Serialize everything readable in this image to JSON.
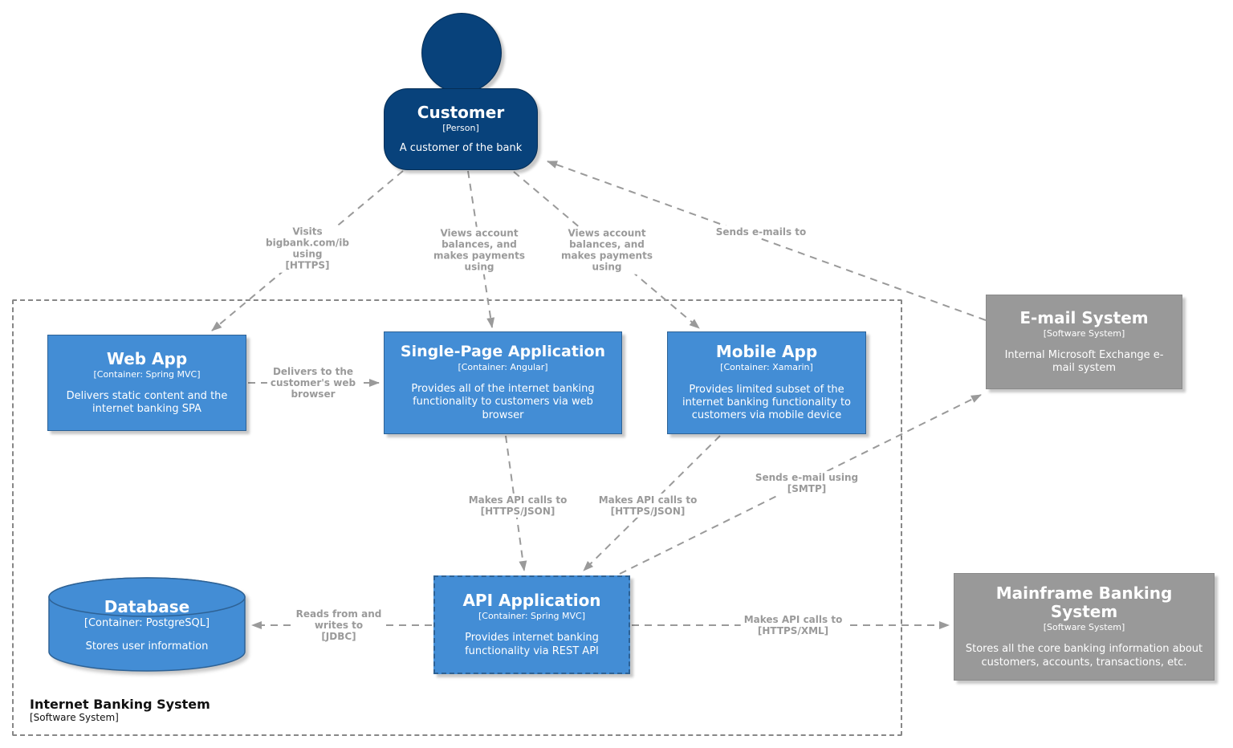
{
  "boundary": {
    "label": "Internet Banking System",
    "sublabel": "[Software System]"
  },
  "nodes": {
    "customer": {
      "title": "Customer",
      "type": "[Person]",
      "description": "A customer of the bank"
    },
    "web_app": {
      "title": "Web App",
      "type": "[Container: Spring MVC]",
      "description": "Delivers static content and the internet banking SPA"
    },
    "spa": {
      "title": "Single-Page Application",
      "type": "[Container: Angular]",
      "description": "Provides all of the internet banking functionality to customers via web browser"
    },
    "mobile_app": {
      "title": "Mobile App",
      "type": "[Container: Xamarin]",
      "description": "Provides limited subset of the internet banking functionality to customers via mobile device"
    },
    "email": {
      "title": "E-mail System",
      "type": "[Software System]",
      "description": "Internal Microsoft Exchange e-mail system"
    },
    "api_app": {
      "title": "API Application",
      "type": "[Container: Spring MVC]",
      "description": "Provides internet banking functionality via REST API"
    },
    "database": {
      "title": "Database",
      "type": "[Container: PostgreSQL]",
      "description": "Stores user information"
    },
    "mainframe": {
      "title": "Mainframe Banking System",
      "type": "[Software System]",
      "description": "Stores all the core banking information about customers, accounts, transactions, etc."
    }
  },
  "edges": {
    "customer_to_web_app": {
      "label": "Visits\nbigbank.com/ib\nusing\n[HTTPS]"
    },
    "customer_to_spa": {
      "label": "Views account\nbalances, and\nmakes payments\nusing"
    },
    "customer_to_mobile_app": {
      "label": "Views account\nbalances, and\nmakes payments\nusing"
    },
    "email_to_customer": {
      "label": "Sends e-mails to"
    },
    "web_app_to_spa": {
      "label": "Delivers to the\ncustomer's web\nbrowser"
    },
    "spa_to_api_app": {
      "label": "Makes API calls to\n[HTTPS/JSON]"
    },
    "mobile_app_to_api_app": {
      "label": "Makes API calls to\n[HTTPS/JSON]"
    },
    "api_app_to_email": {
      "label": "Sends e-mail using\n[SMTP]"
    },
    "api_app_to_database": {
      "label": "Reads from and\nwrites to\n[JDBC]"
    },
    "api_app_to_mainframe": {
      "label": "Makes API calls to\n[HTTPS/XML]"
    }
  },
  "colors": {
    "person": "#08427b",
    "person_border": "#052e56",
    "container": "#438dd5",
    "container_border": "#2e6295",
    "external_system": "#999999",
    "external_system_border": "#8a8a8a",
    "relationship": "#999999",
    "boundary_border": "#878787"
  }
}
